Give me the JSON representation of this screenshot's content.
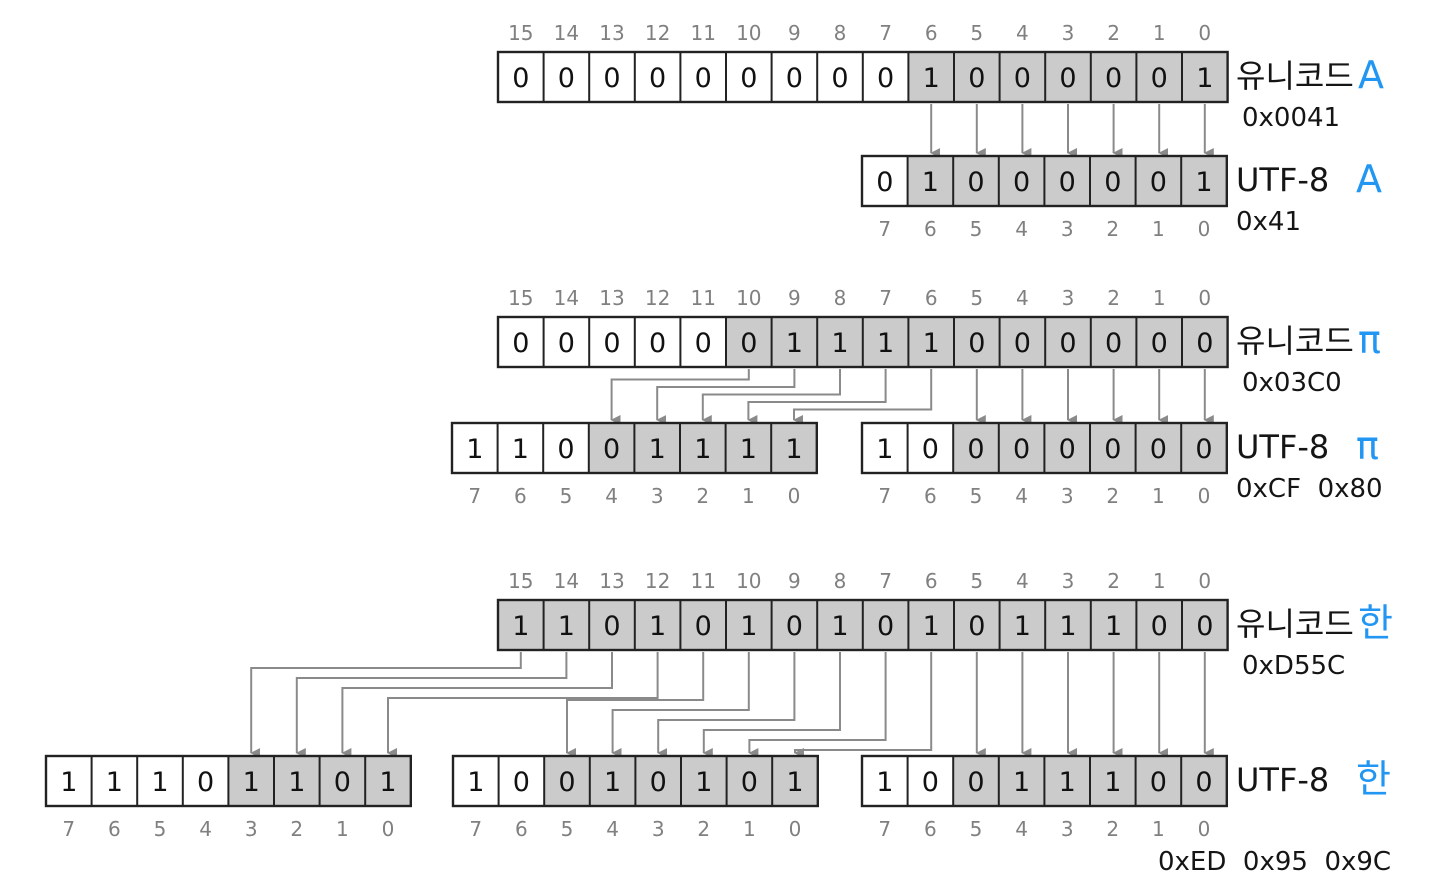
{
  "examples": [
    {
      "id": "a",
      "unicode": {
        "label": "유니코드",
        "char": "A",
        "hex": "0x0041",
        "bits": "0000000001000001",
        "shaded_from": 9,
        "indices": [
          "15",
          "14",
          "13",
          "12",
          "11",
          "10",
          "9",
          "8",
          "7",
          "6",
          "5",
          "4",
          "3",
          "2",
          "1",
          "0"
        ]
      },
      "utf8": {
        "label": "UTF-8",
        "char": "A",
        "hex": "0x41",
        "bytes": [
          {
            "bits": "01000001",
            "shaded": [
              1,
              2,
              3,
              4,
              5,
              6,
              7
            ],
            "indices": [
              "7",
              "6",
              "5",
              "4",
              "3",
              "2",
              "1",
              "0"
            ]
          }
        ]
      }
    },
    {
      "id": "pi",
      "unicode": {
        "label": "유니코드",
        "char": "π",
        "hex": "0x03C0",
        "bits": "0000001111000000",
        "shaded_from": 5,
        "indices": [
          "15",
          "14",
          "13",
          "12",
          "11",
          "10",
          "9",
          "8",
          "7",
          "6",
          "5",
          "4",
          "3",
          "2",
          "1",
          "0"
        ]
      },
      "utf8": {
        "label": "UTF-8",
        "char": "π",
        "hex": "0xCF  0x80",
        "bytes": [
          {
            "bits": "11001111",
            "shaded": [
              3,
              4,
              5,
              6,
              7
            ],
            "indices": [
              "7",
              "6",
              "5",
              "4",
              "3",
              "2",
              "1",
              "0"
            ]
          },
          {
            "bits": "10000000",
            "shaded": [
              2,
              3,
              4,
              5,
              6,
              7
            ],
            "indices": [
              "7",
              "6",
              "5",
              "4",
              "3",
              "2",
              "1",
              "0"
            ]
          }
        ]
      }
    },
    {
      "id": "han",
      "unicode": {
        "label": "유니코드",
        "char": "한",
        "hex": "0xD55C",
        "bits": "1101010101011100",
        "shaded_from": 0,
        "indices": [
          "15",
          "14",
          "13",
          "12",
          "11",
          "10",
          "9",
          "8",
          "7",
          "6",
          "5",
          "4",
          "3",
          "2",
          "1",
          "0"
        ]
      },
      "utf8": {
        "label": "UTF-8",
        "char": "한",
        "hex": "0xED  0x95  0x9C",
        "bytes": [
          {
            "bits": "11101101",
            "shaded": [
              4,
              5,
              6,
              7
            ],
            "indices": [
              "7",
              "6",
              "5",
              "4",
              "3",
              "2",
              "1",
              "0"
            ]
          },
          {
            "bits": "10010101",
            "shaded": [
              2,
              3,
              4,
              5,
              6,
              7
            ],
            "indices": [
              "7",
              "6",
              "5",
              "4",
              "3",
              "2",
              "1",
              "0"
            ]
          },
          {
            "bits": "10011100",
            "shaded": [
              2,
              3,
              4,
              5,
              6,
              7
            ],
            "indices": [
              "7",
              "6",
              "5",
              "4",
              "3",
              "2",
              "1",
              "0"
            ]
          }
        ]
      }
    }
  ],
  "colors": {
    "accent": "#2196f3",
    "shaded_cell": "#cbcbcb",
    "arrow": "#8a8a8a",
    "index_text": "#808080"
  }
}
